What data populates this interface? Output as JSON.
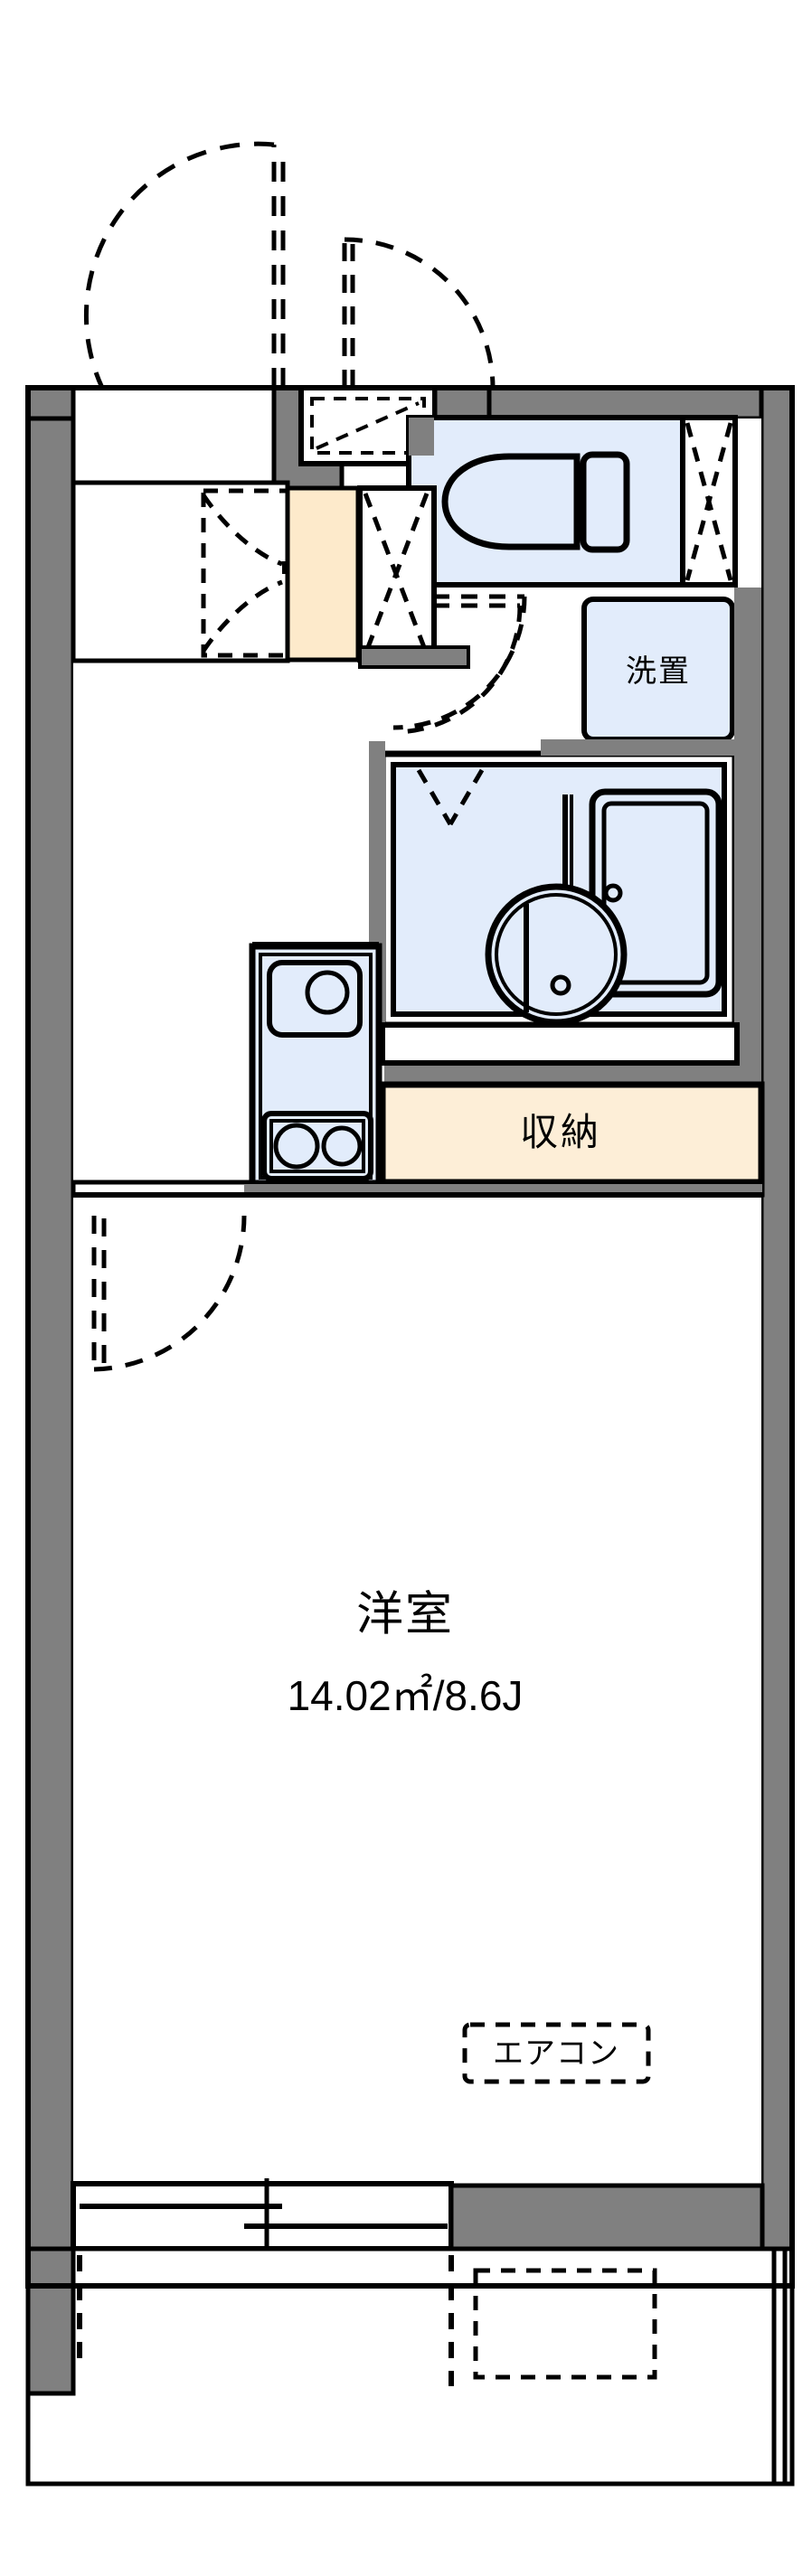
{
  "plan": {
    "type": "apartment-floor-plan",
    "orientation": "portrait",
    "colors": {
      "wall_fill": "#808080",
      "wall_stroke": "#000000",
      "fixture_fill": "#e2ecfb",
      "genkan_fill": "#fdeacb",
      "storage_fill": "#fdeed7",
      "floor_fill": "#ffffff",
      "line": "#000000"
    }
  },
  "rooms": {
    "main_room": {
      "name": "洋室",
      "area": "14.02㎡/8.6J"
    },
    "storage": {
      "name": "収納"
    },
    "washer_space": {
      "name": "洗置"
    },
    "aircon": {
      "name": "エアコン"
    }
  },
  "fixtures": {
    "toilet": "toilet-icon",
    "bathtub": "bathtub-icon",
    "washbasin": "washbasin-icon",
    "kitchen_sink": "sink-icon",
    "stove": "two-burner-stove-icon",
    "entrance_door": "entry-door-swing",
    "balcony_window": "sliding-window"
  }
}
